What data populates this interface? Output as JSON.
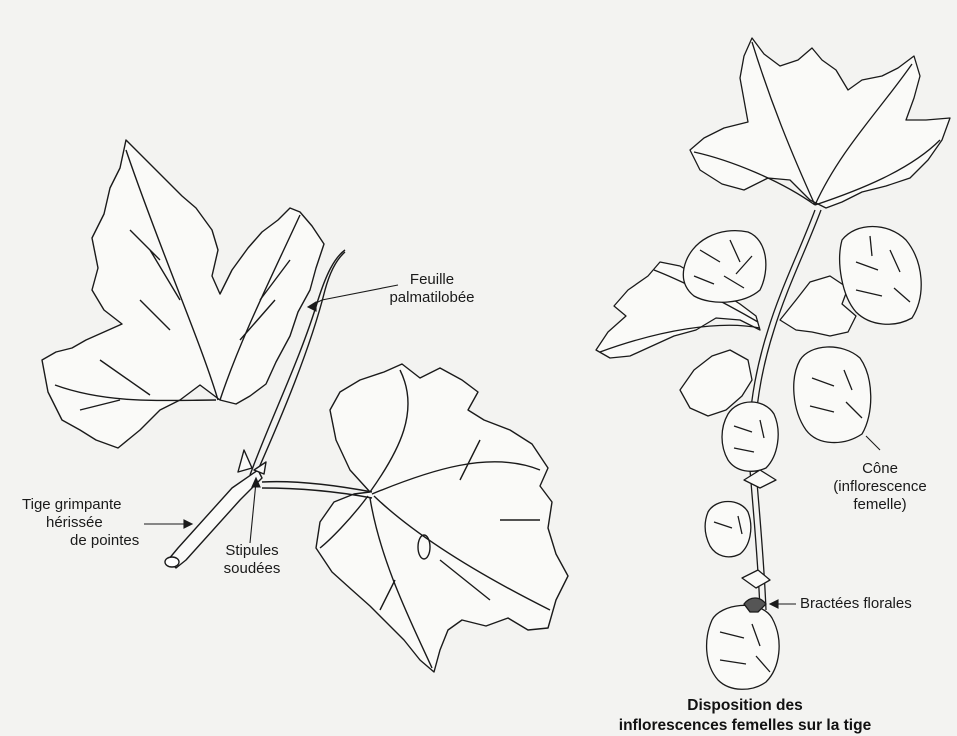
{
  "left_plant": {
    "label_leaf": [
      "Feuille",
      "palmatilobée"
    ],
    "label_stem": [
      "Tige grimpante",
      "hérissée",
      "de pointes"
    ],
    "label_stipules": [
      "Stipules",
      "soudées"
    ]
  },
  "right_plant": {
    "label_cone": [
      "Cône",
      "(inflorescence",
      "femelle)"
    ],
    "label_bracts": "Bractées florales",
    "caption": [
      "Disposition des",
      "inflorescences femelles sur la tige"
    ]
  },
  "colors": {
    "background": "#f3f3f1",
    "ink": "#1a1a1a"
  }
}
